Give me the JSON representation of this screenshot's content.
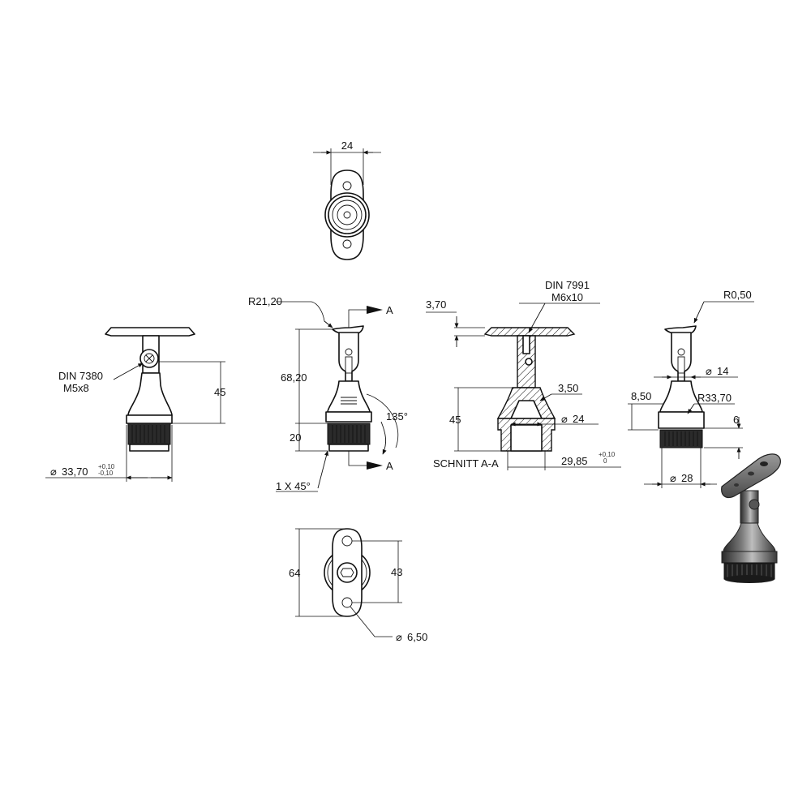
{
  "drawing": {
    "top_view": {
      "width_dim": "24"
    },
    "front_view": {
      "screw_label": "DIN 7380",
      "screw_spec": "M5x8",
      "height_dim": "45",
      "diameter_dim": "33,70",
      "tol_upper": "+0,10",
      "tol_lower": "-0,10"
    },
    "side_view": {
      "radius_dim": "R21,20",
      "section_mark_top": "A",
      "section_mark_bottom": "A",
      "height_dim": "68,20",
      "angle_dim": "135°",
      "lower_dim": "20",
      "chamfer_dim": "1 X 45°"
    },
    "section_view": {
      "screw_label": "DIN 7991",
      "screw_spec": "M6x10",
      "plate_dim": "3,70",
      "wall_dim": "3,50",
      "height_dim": "45",
      "diameter_dim": "24",
      "section_label": "SCHNITT A-A",
      "bore_dim": "29,85",
      "tol_upper": "+0,10",
      "tol_lower": "0"
    },
    "right_view": {
      "radius_dim": "R0,50",
      "neck_dim": "14",
      "offset_dim": "8,50",
      "cone_radius_dim": "R33,70",
      "ring_dim": "6",
      "base_dim": "28"
    },
    "bottom_view": {
      "length_dim": "64",
      "hole_spacing_dim": "43",
      "hole_dim": "6,50"
    },
    "diameter_symbol": "⌀"
  }
}
